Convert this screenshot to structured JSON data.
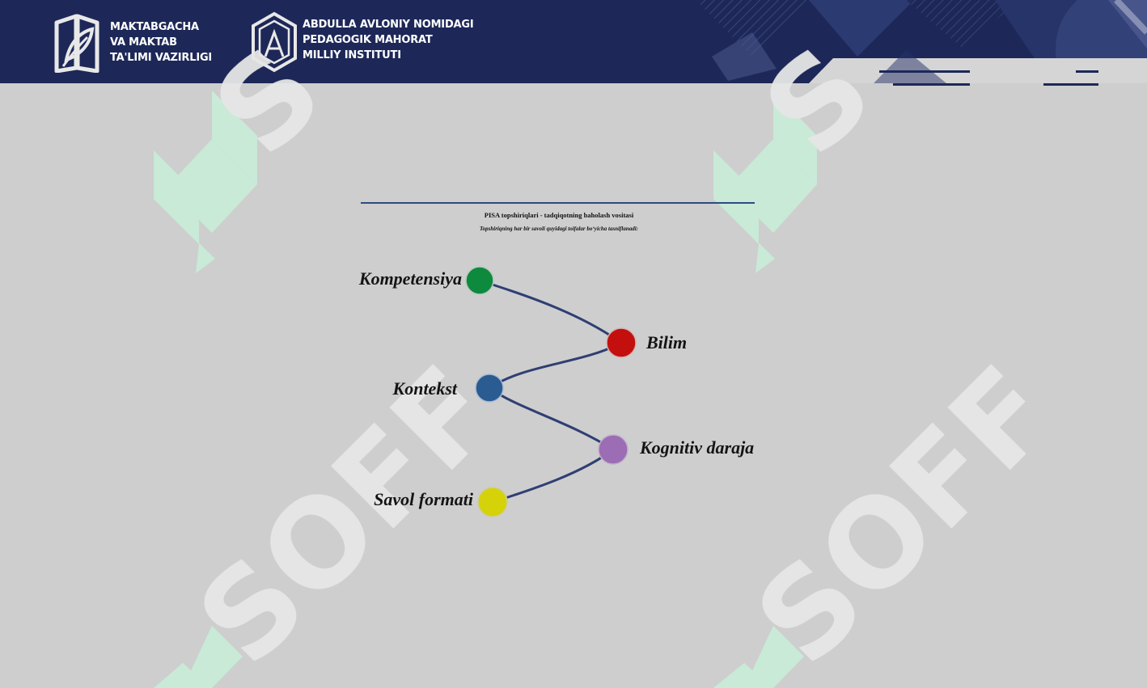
{
  "header": {
    "logo_left_lines": [
      "MAKTABGACHA",
      "VA MAKTAB",
      "TA'LIMI VAZIRLIGI"
    ],
    "logo_right_lines": [
      "ABDULLA AVLONIY NOMIDAGI",
      "PEDAGOGIK MAHORAT",
      "MILLIY INSTITUTI"
    ],
    "colors": {
      "background": "#1d2858",
      "accent_light": "#ffffff"
    }
  },
  "watermark": {
    "text": "SOFF",
    "color": "#c8ecd8"
  },
  "content": {
    "title": "PISA topshiriqlari - tadqiqotning baholash vositasi",
    "subtitle": "Topshiriqning har bir savoli quyidagi toifalar bo‘yicha  tasniflanadi:"
  },
  "nodes": [
    {
      "label": "Kompetensiya",
      "color": "#0d8a3e",
      "icon": "green-circle"
    },
    {
      "label": "Bilim",
      "color": "#c40f0f",
      "icon": "red-circle"
    },
    {
      "label": "Kontekst",
      "color": "#2a5b91",
      "icon": "blue-circle"
    },
    {
      "label": "Kognitiv daraja",
      "color": "#9c6cb5",
      "icon": "purple-circle"
    },
    {
      "label": "Savol formati",
      "color": "#d6d20a",
      "icon": "yellow-circle"
    }
  ],
  "path_color": "#2e3f73"
}
